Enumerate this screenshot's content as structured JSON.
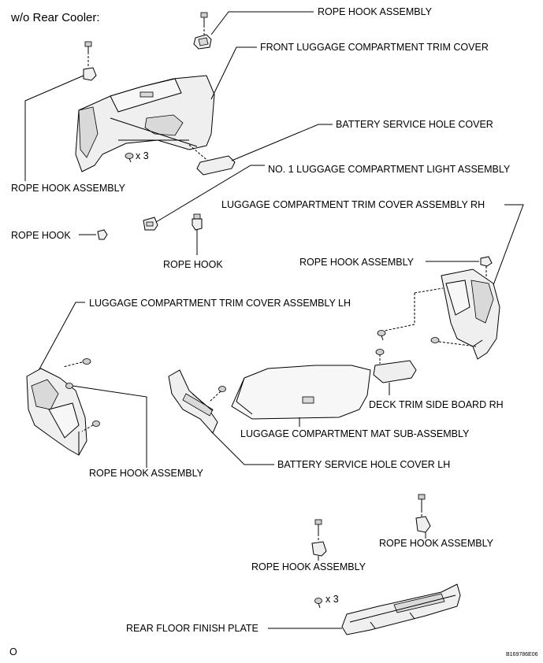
{
  "diagram": {
    "header": "w/o Rear Cooler:",
    "labels": {
      "rope_hook_assembly_top": "ROPE HOOK ASSEMBLY",
      "front_luggage_trim_cover": "FRONT LUGGAGE COMPARTMENT TRIM COVER",
      "battery_service_hole_cover": "BATTERY SERVICE HOLE COVER",
      "no1_luggage_light": "NO. 1 LUGGAGE COMPARTMENT LIGHT ASSEMBLY",
      "rope_hook_assembly_left": "ROPE HOOK ASSEMBLY",
      "luggage_trim_cover_rh": "LUGGAGE COMPARTMENT TRIM COVER ASSEMBLY RH",
      "rope_hook_left": "ROPE HOOK",
      "rope_hook_center": "ROPE HOOK",
      "rope_hook_assembly_rh": "ROPE HOOK ASSEMBLY",
      "luggage_trim_cover_lh": "LUGGAGE COMPARTMENT TRIM COVER ASSEMBLY LH",
      "deck_trim_side_board_rh": "DECK TRIM SIDE BOARD RH",
      "luggage_mat": "LUGGAGE COMPARTMENT MAT SUB-ASSEMBLY",
      "rope_hook_assembly_lh": "ROPE HOOK ASSEMBLY",
      "battery_service_hole_cover_lh": "BATTERY SERVICE HOLE COVER LH",
      "rope_hook_assembly_floor_right": "ROPE HOOK ASSEMBLY",
      "rope_hook_assembly_floor_center": "ROPE HOOK ASSEMBLY",
      "rear_floor_finish_plate": "REAR FLOOR FINISH PLATE"
    },
    "qty_front": "x 3",
    "qty_floor": "x 3",
    "corner_mark": "O",
    "figure_code": "B169786E06"
  }
}
